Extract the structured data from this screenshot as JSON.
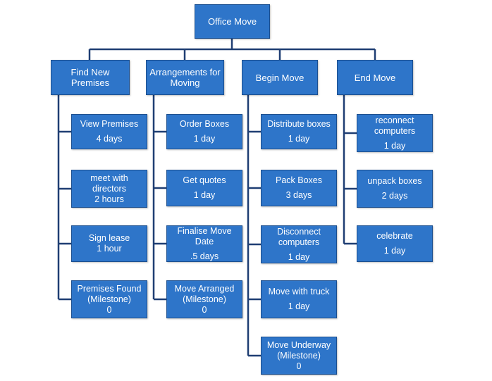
{
  "colors": {
    "box": "#2e75c9",
    "border": "#1c4f8f",
    "line": "#1f3e73",
    "text": "#ffffff"
  },
  "root": {
    "label": "Office Move"
  },
  "phases": [
    {
      "label": "Find New Premises",
      "tasks": [
        {
          "lines": [
            "View Premises"
          ],
          "duration": "4 days"
        },
        {
          "lines": [
            "meet with",
            "directors",
            "2 hours"
          ],
          "duration": ""
        },
        {
          "lines": [
            "Sign lease",
            "1 hour"
          ],
          "duration": ""
        },
        {
          "lines": [
            "Premises Found",
            "(Milestone)",
            "0"
          ],
          "duration": ""
        }
      ]
    },
    {
      "label": "Arrangements for Moving",
      "tasks": [
        {
          "lines": [
            "Order Boxes"
          ],
          "duration": "1 day"
        },
        {
          "lines": [
            "Get quotes"
          ],
          "duration": "1 day"
        },
        {
          "lines": [
            "Finalise Move Date"
          ],
          "duration": ".5 days"
        },
        {
          "lines": [
            "Move Arranged",
            "(Milestone)",
            "0"
          ],
          "duration": ""
        }
      ]
    },
    {
      "label": "Begin Move",
      "tasks": [
        {
          "lines": [
            "Distribute boxes"
          ],
          "duration": "1 day"
        },
        {
          "lines": [
            "Pack Boxes"
          ],
          "duration": "3 days"
        },
        {
          "lines": [
            "Disconnect",
            "computers"
          ],
          "duration": "1 day"
        },
        {
          "lines": [
            "Move with truck"
          ],
          "duration": "1 day"
        },
        {
          "lines": [
            "Move Underway",
            "(Milestone)",
            "0"
          ],
          "duration": ""
        }
      ]
    },
    {
      "label": "End Move",
      "tasks": [
        {
          "lines": [
            "reconnect",
            "computers"
          ],
          "duration": "1 day"
        },
        {
          "lines": [
            "unpack boxes"
          ],
          "duration": "2 days"
        },
        {
          "lines": [
            "celebrate"
          ],
          "duration": "1 day"
        }
      ]
    }
  ]
}
